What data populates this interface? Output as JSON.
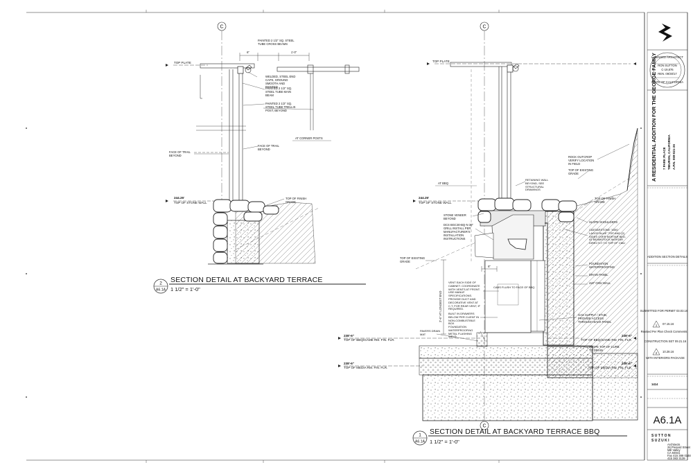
{
  "grid_bubble": "C",
  "detail_2": {
    "number": "2",
    "sheet": "A6.1A",
    "title": "SECTION DETAIL AT BACKYARD TERRACE",
    "scale": "1 1/2\" = 1'-0\"",
    "top_plate": "TOP PLATE",
    "top_of_wall_elev": "244.25'",
    "top_of_wall": "TOP OF STONE WALL",
    "dim_a": "6\"",
    "dim_b": "1'-0\"",
    "notes": [
      "PAINTED 2 1/2\" SQ. STEEL TUBE CROSS BEAMS",
      "WELDED, STEEL END CAPS, GROUND SMOOTH AND PAINTED",
      "PAINTED 2 1/2\" SQ. STEEL TUBE MAIN BEAM",
      "PAINTED 2 1/2\" SQ. STEEL TUBE TRELLIS POST, BEYOND",
      "FACE OF TRAIL BEYOND",
      "FACE OF TRAIL BEYOND",
      "TOP OF FINISH GRADE"
    ],
    "corner_label": "AT CORNER POSTS"
  },
  "detail_1": {
    "number": "1",
    "sheet": "A6.1A",
    "title": "SECTION DETAIL AT BACKYARD TERRACE BBQ",
    "scale": "1 1/2\" = 1'-0\"",
    "top_plate": "TOP PLATE",
    "at_bbq": "AT BBQ",
    "top_of_wall_elev": "244.25'",
    "top_of_wall": "TOP OF STONE WALL",
    "lvl_bbq_left_elev": "238'-6\"",
    "lvl_bbq_left": "TOP OF BBQ/GAME RM. FIN. FLR.",
    "lvl_media_left_elev": "238'-6\"",
    "lvl_media_left": "TOP OF MEDIA RM. FIN. FLR.",
    "lvl_bbq_right_elev": "238'-6\"",
    "lvl_bbq_right": "TOP OF BBQ/GAME RM. FIN. FLR.",
    "lvl_media_right_elev": "238'-6\"",
    "lvl_media_right": "TOP OF MEDIA RM. FIN. FLR.",
    "left_notes": [
      "STONE VENEER BEYOND",
      "DCS BGC30-BQ-N 30\" GRILL INSTALL PER MANUFACTURER'S INSTALLATION INSTRUCTIONS",
      "TOP OF EXISTING GRADE",
      "VENT EACH SIDE OF CABINET. COORDINATE WITH VENTS AT FRONT. USE MANUF. SPECIFICATIONS. PROVIDE DUCT AND DECORATIVE VENT AT C.T. FOR REAR VENT, IF REQUIRED.",
      "BUILT IN DRAWERS BELOW PER CLIENT IN NON-COMBUSTIBLE BOX",
      "FOUNDATION WATERPROOFING METAL FLASHING WELD",
      "PAVERS DRAIN MAT"
    ],
    "vertical_note": "2'-6\" AT LONGEST END",
    "cabs_note": "CABS FLUSH TO FACE OF BBQ",
    "retaining_note": "RETAINING WALL BEYOND, SEE STRUCTURAL DRAWINGS",
    "right_notes": [
      "ROCK OUTCROP VERIFY LOCATION IN FIELD",
      "TOP OF EXISTING GRADE",
      "TOP OF FINISH GRADE",
      "SLOPE SHOULDERS",
      "CAESARSTONE \"4350 LAGOS BLUE\" TOP AND (2) SIDES OVER MORTAR BED, AT BEAMSTOCK MORTAR DIRECTLY TO TOP OF CMU",
      "FOUNDATION WATERPROOFING",
      "DRAIN PANEL",
      "4x8\" CMU WALL",
      "GAS SUPPLY / STUB, PROVIDE ACCESS THROUGH BACK PANEL",
      "SLOPE TOP OF CURB TO DRAIN"
    ],
    "dim_small": "6\""
  },
  "title_block": {
    "stamp_lines": [
      "LICENSED ARCHITECT",
      "RON SUTTON",
      "C-19,876",
      "REN. 09/30/17",
      "STATE OF CALIFORNIA"
    ],
    "project_title": "A RESIDENTIAL ADDITION FOR THE GEORGE FAMILY",
    "project_address": "7 PARK PLACE",
    "project_city": "TIBURON, CALIFORNIA",
    "project_apn": "A.P.N. 059-021-36",
    "sheet_desc": "ADDITION SECTION DETAILS",
    "submittal": "SUBMITTED FOR PERMIT 03.03.16",
    "rev1_num": "1",
    "rev1_date": "07.15.16",
    "rev1_desc": "Revised Per Plan Check Comments",
    "construction_set": "CONSTRUCTION SET 09.21.16",
    "rev2_num": "2",
    "rev2_date": "10.28.16",
    "rev2_desc": "WITH INTERIORS PACKAGE",
    "job_no": "1414",
    "sheet_number": "A6.1A",
    "firm_line1": "S U T T O N",
    "firm_line2": "S U Z U K I",
    "firm_details": [
      "Architects",
      "28 Presard Street",
      "Mill Valley",
      "CA 94941",
      "Fax 415 388 0148",
      "415 383 3139"
    ]
  }
}
